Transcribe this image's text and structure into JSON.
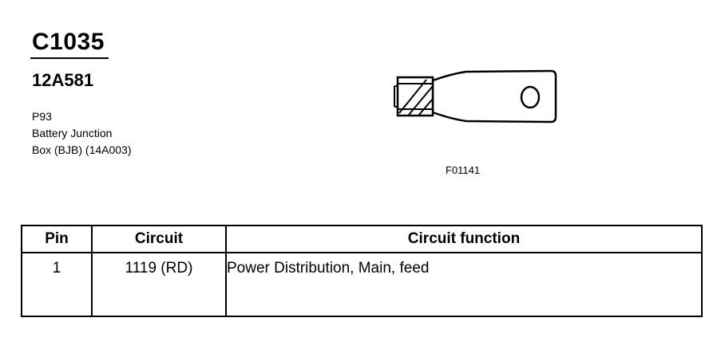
{
  "connector": {
    "id": "C1035",
    "part_number": "12A581",
    "location_lines": [
      "P93",
      "Battery Junction",
      "Box (BJB) (14A003)"
    ]
  },
  "figure": {
    "id": "F01141",
    "drawing": "ring-terminal"
  },
  "table": {
    "headers": {
      "pin": "Pin",
      "circuit": "Circuit",
      "function": "Circuit function"
    },
    "rows": [
      {
        "pin": "1",
        "circuit": "1119 (RD)",
        "function": "Power Distribution, Main, feed"
      }
    ]
  }
}
